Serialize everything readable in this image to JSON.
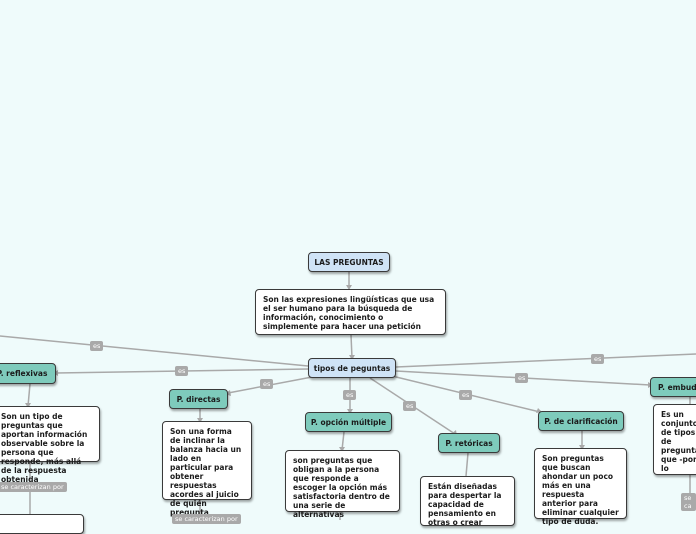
{
  "nodes": {
    "root": "LAS PREGUNTAS",
    "definition": "Son las expresiones lingüísticas que usa el ser humano para la búsqueda de información, conocimiento o simplemente para hacer una petición",
    "types": "tipos de peguntas",
    "reflexivas": "P. reflexivas",
    "reflexivas_desc": "Son un tipo de preguntas que aportan información observable sobre la persona que responde, más allá de la respuesta obtenida",
    "directas": "P. directas",
    "directas_desc": "Son una forma de inclinar la balanza hacia un lado en particular para obtener respuestas acordes al juicio de quién pregunta",
    "opcion_multiple": "P. opción múltiple",
    "opcion_multiple_desc": "son preguntas que obligan a la persona que responde a escoger la opción más satisfactoria dentro de una serie de alternativas",
    "retoricas": "P. retóricas",
    "retoricas_desc": "Están diseñadas para despertar la capacidad de pensamiento en otras o crear",
    "clarificacion": "P. de clarificación",
    "clarificacion_desc": "Son preguntas que buscan ahondar un poco más en una respuesta anterior para eliminar cualquier tipo de duda.",
    "embudo": "P. embudo",
    "embudo_desc": "Es un conjunto de tipos de preguntas que -por lo comienzan siendo abiertos y terminan acabar siendo cerradas"
  },
  "edge_labels": {
    "es": "es",
    "se_caracterizan_por": "se caracterizan por",
    "se_caracterizan_por_short": "se caracterizan por",
    "se_caracterizan_por_right": "se ca"
  },
  "colors": {
    "background": "#effbfb",
    "title_node": "#cfe3f6",
    "type_node": "#7ecbbc",
    "connector": "#a9a9a9"
  }
}
